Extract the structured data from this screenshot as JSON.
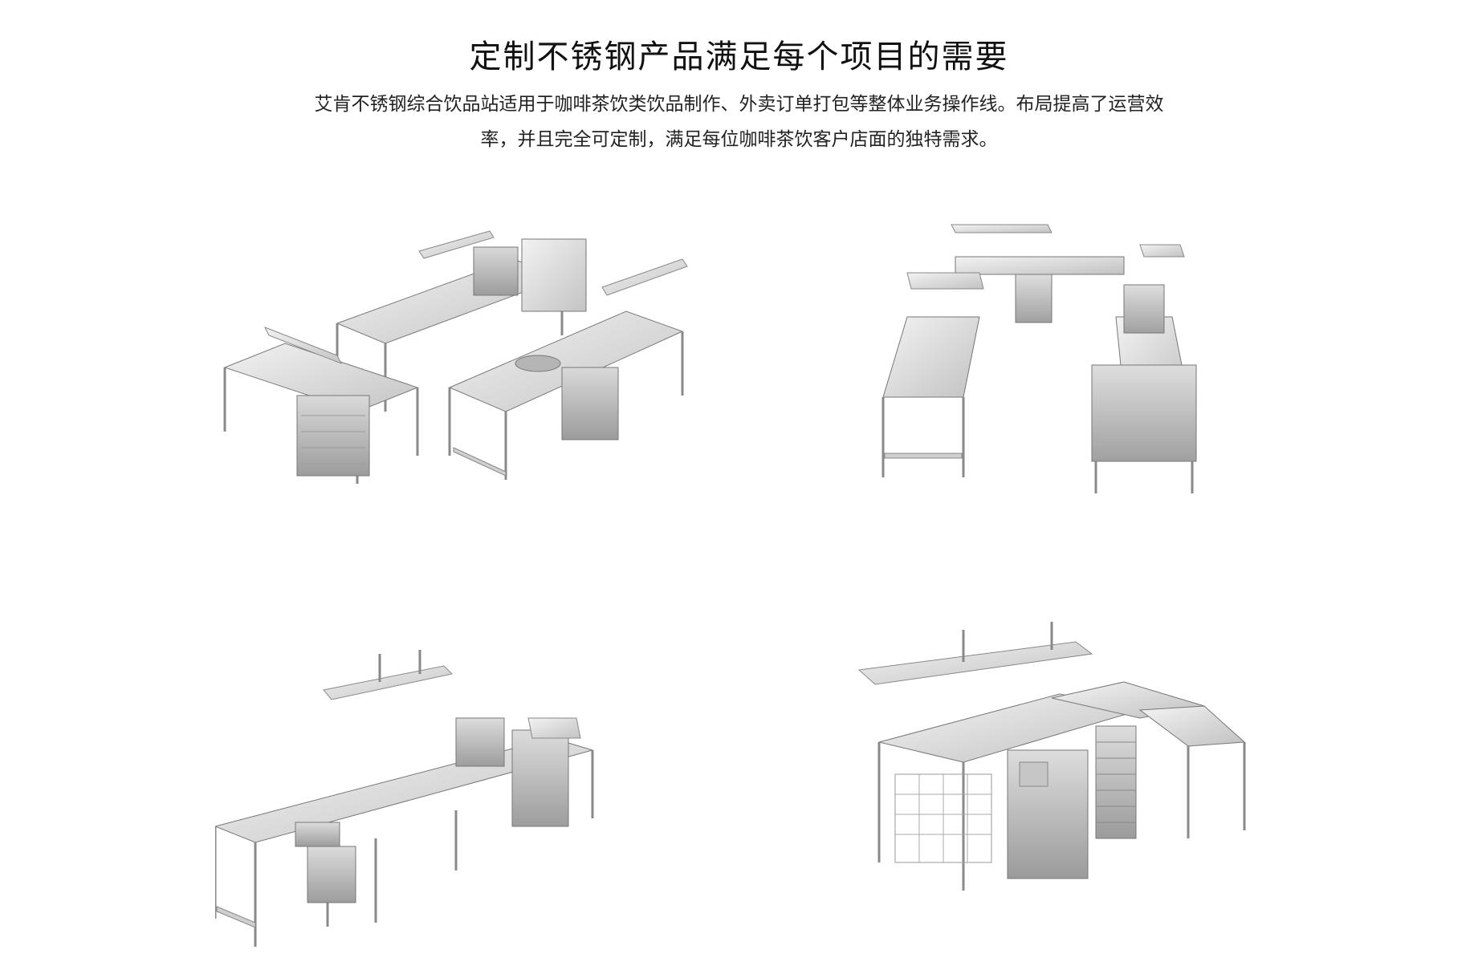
{
  "header": {
    "title": "定制不锈钢产品满足每个项目的需要"
  },
  "intro": {
    "line1": "艾肯不锈钢综合饮品站适用于咖啡茶饮类饮品制作、外卖订单打包等整体业务操作线。布局提高了运营效",
    "line2": "率，并且完全可定制，满足每位咖啡茶饮客户店面的独特需求。"
  },
  "colors": {
    "steel_light": "#e8e8e8",
    "steel_mid": "#c9c9c9",
    "steel_dark": "#8f8f8f",
    "steel_edge": "#6e6e6e"
  }
}
